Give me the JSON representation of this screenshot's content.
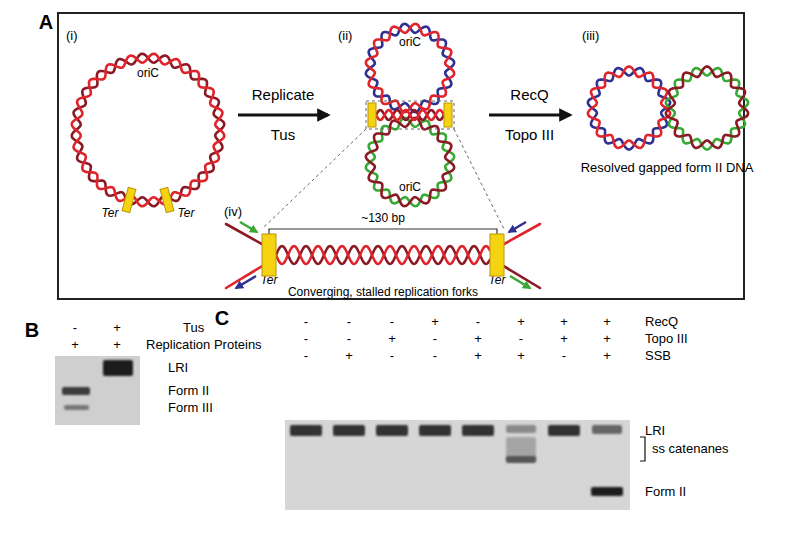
{
  "diagram": {
    "nodes": [
      {
        "text": [
          "A"
        ]
      },
      {
        "text": [
          "(i)",
          "oriC",
          "Ter",
          "Ter"
        ],
        "in": 0
      },
      {
        "text": [
          "(ii)",
          "oriC",
          "oriC"
        ],
        "in": 0
      },
      {
        "text": [
          "(iii)",
          "Resolved gapped form II DNA"
        ],
        "in": 0
      },
      {
        "text": [
          "(iv)",
          "~130 bp",
          "Ter",
          "Ter",
          "Converging, stalled replication forks"
        ],
        "in": 0
      },
      {
        "text": [
          "B"
        ]
      },
      {
        "text": [
          "C"
        ]
      }
    ],
    "edges": [
      {
        "from": 1,
        "to": 2,
        "label": "Replicate Tus",
        "arrow": "to"
      },
      {
        "from": 2,
        "to": 3,
        "label": "RecQ Topo III",
        "arrow": "to"
      }
    ],
    "labels": [
      "-",
      "+",
      "Tus",
      "+",
      "+",
      "Replication Proteins",
      "LRI",
      "Form II",
      "Form III",
      "-",
      "-",
      "-",
      "+",
      "-",
      "+",
      "+",
      "+",
      "RecQ",
      "-",
      "-",
      "+",
      "-",
      "+",
      "-",
      "+",
      "+",
      "Topo III",
      "-",
      "+",
      "-",
      "-",
      "+",
      "+",
      "-",
      "+",
      "SSB",
      "LRI",
      "ss catenanes",
      "Form II"
    ]
  }
}
